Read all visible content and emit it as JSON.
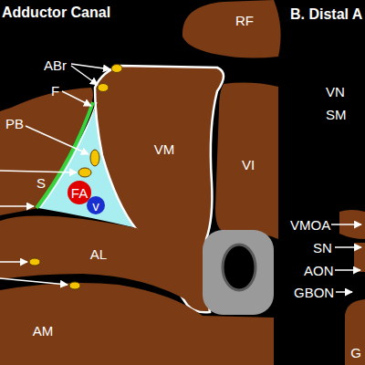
{
  "diagram": {
    "title": "Adductor Canal",
    "nodes": [
      {
        "text": [
          "RF"
        ]
      },
      {
        "text": [
          "VM"
        ]
      },
      {
        "text": [
          "VI"
        ]
      },
      {
        "text": [
          "S"
        ]
      },
      {
        "text": [
          "AL"
        ]
      },
      {
        "text": [
          "AM"
        ]
      },
      {
        "text": [
          "FA"
        ]
      },
      {
        "text": [
          "v"
        ]
      },
      {
        "text": [
          "G"
        ]
      }
    ],
    "labels": [
      "B. Distal A",
      "ABr",
      "F",
      "PB",
      "VN",
      "SM",
      "VMOA",
      "SN",
      "AON",
      "GBON"
    ]
  }
}
